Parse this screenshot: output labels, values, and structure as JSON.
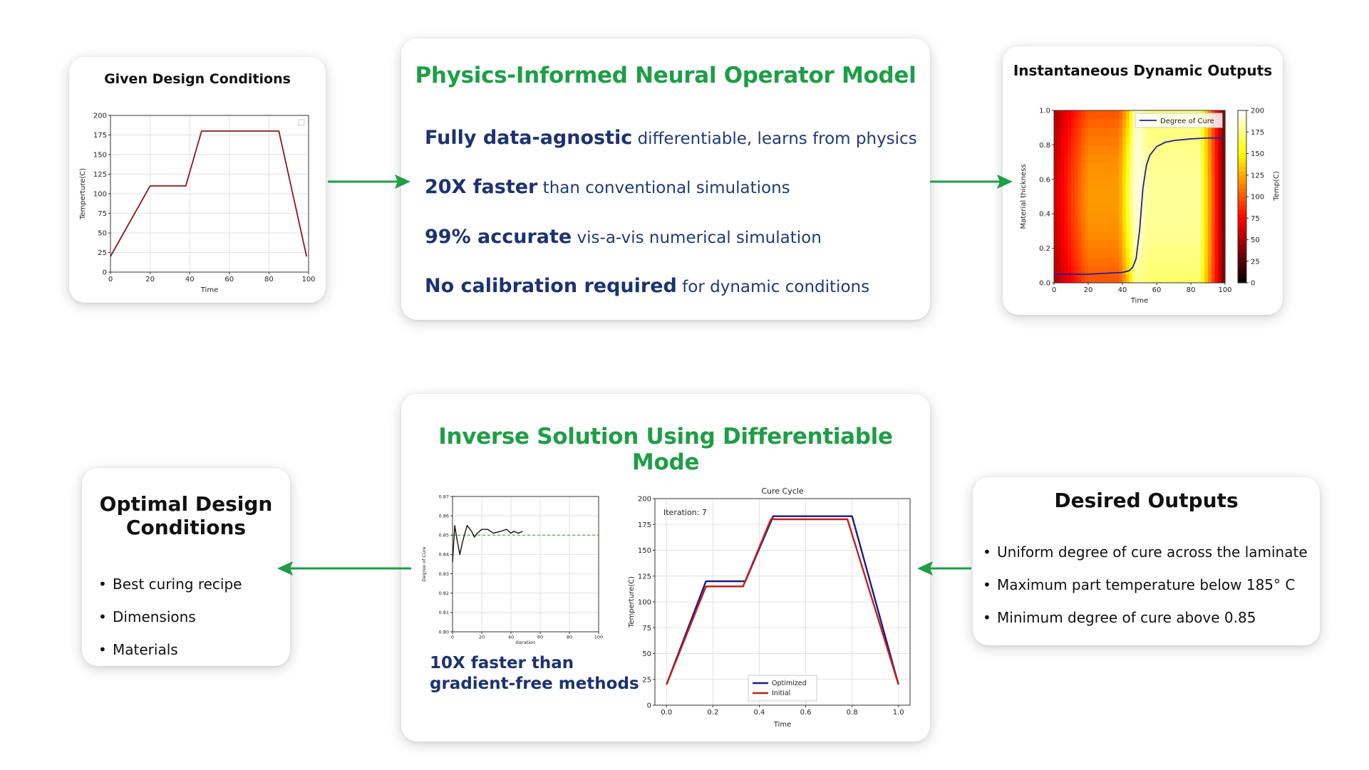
{
  "cards": {
    "given": {
      "title": "Given Design Conditions"
    },
    "pino": {
      "title": "Physics-Informed Neural Operator Model",
      "features": [
        {
          "bold": "Fully data-agnostic",
          "rest": " differentiable, learns from physics"
        },
        {
          "bold": "20X faster",
          "rest": " than conventional simulations"
        },
        {
          "bold": "99% accurate",
          "rest": " vis-a-vis numerical simulation"
        },
        {
          "bold": "No calibration required",
          "rest": " for dynamic conditions"
        }
      ]
    },
    "instant": {
      "title": "Instantaneous Dynamic Outputs"
    },
    "inverse": {
      "title": "Inverse Solution Using Differentiable Mode",
      "note_line1": "10X faster than",
      "note_line2": "gradient-free methods"
    },
    "optimal": {
      "title_line1": "Optimal Design",
      "title_line2": "Conditions",
      "bullets": [
        "Best curing recipe",
        "Dimensions",
        "Materials"
      ]
    },
    "desired": {
      "title": "Desired Outputs",
      "bullets": [
        "Uniform degree of cure across the laminate",
        "Maximum part temperature below 185° C",
        "Minimum degree of cure above 0.85"
      ]
    }
  },
  "colors": {
    "title_green": "#1e9e46",
    "feature_blue": "#1f3a7a",
    "arrow_green": "#1e9e46",
    "temp_line": "#8b1a1a",
    "optimized": "#1a1a8c",
    "initial": "#c0201a"
  },
  "chart_data": [
    {
      "id": "given-temperature",
      "type": "line",
      "xlabel": "Time",
      "ylabel": "Temperture(C)",
      "xlim": [
        0,
        100
      ],
      "ylim": [
        0,
        200
      ],
      "xticks": [
        0,
        20,
        40,
        60,
        80,
        100
      ],
      "yticks": [
        0,
        25,
        50,
        75,
        100,
        125,
        150,
        175,
        200
      ],
      "grid": true,
      "series": [
        {
          "x": [
            0,
            20,
            38,
            46,
            85,
            99
          ],
          "y": [
            20,
            110,
            110,
            180,
            180,
            20
          ]
        }
      ]
    },
    {
      "id": "instant-heatmap",
      "type": "heatmap",
      "xlabel": "Time",
      "ylabel": "Material thickness",
      "colorbar_label": "Temp(C)",
      "xlim": [
        0,
        100
      ],
      "ylim": [
        0.0,
        1.0
      ],
      "clim": [
        0,
        200
      ],
      "xticks": [
        0,
        20,
        40,
        60,
        80,
        100
      ],
      "yticks": [
        0.0,
        0.2,
        0.4,
        0.6,
        0.8,
        1.0
      ],
      "cticks": [
        0,
        25,
        50,
        75,
        100,
        125,
        150,
        175,
        200
      ],
      "colormap": "hot",
      "legend_position": "top-right",
      "series": [
        {
          "name": "Degree of Cure",
          "x": [
            0,
            20,
            40,
            44,
            46,
            48,
            50,
            52,
            54,
            56,
            60,
            65,
            70,
            80,
            90,
            100
          ],
          "y": [
            0.05,
            0.05,
            0.06,
            0.07,
            0.09,
            0.14,
            0.3,
            0.55,
            0.68,
            0.74,
            0.79,
            0.815,
            0.825,
            0.835,
            0.84,
            0.84
          ]
        }
      ]
    },
    {
      "id": "iteration-convergence",
      "type": "line",
      "xlabel": "Iteration",
      "ylabel": "Degree of Cure",
      "xlim": [
        0,
        100
      ],
      "ylim": [
        0.8,
        0.87
      ],
      "xticks": [
        0,
        20,
        40,
        60,
        80,
        100
      ],
      "yticks": [
        0.8,
        0.81,
        0.82,
        0.83,
        0.84,
        0.85,
        0.86,
        0.87
      ],
      "grid": true,
      "target": 0.85,
      "series": [
        {
          "x": [
            0,
            1.5,
            3,
            5,
            7,
            10,
            13,
            15,
            17,
            20,
            24,
            28,
            33,
            37,
            40,
            42,
            45,
            48
          ],
          "y": [
            0.836,
            0.855,
            0.848,
            0.84,
            0.847,
            0.855,
            0.852,
            0.849,
            0.851,
            0.853,
            0.853,
            0.851,
            0.852,
            0.853,
            0.851,
            0.852,
            0.851,
            0.852
          ]
        }
      ]
    },
    {
      "id": "cure-cycle",
      "type": "line",
      "title": "Cure Cycle",
      "annotation": "Iteration: 7",
      "xlabel": "Time",
      "ylabel": "Temperture(C)",
      "xlim": [
        -0.05,
        1.05
      ],
      "ylim": [
        0,
        200
      ],
      "xticks": [
        0.0,
        0.2,
        0.4,
        0.6,
        0.8,
        1.0
      ],
      "yticks": [
        0,
        25,
        50,
        75,
        100,
        125,
        150,
        175,
        200
      ],
      "grid": true,
      "legend_position": "bottom-center",
      "series": [
        {
          "name": "Optimized",
          "x": [
            0,
            0.17,
            0.34,
            0.46,
            0.8,
            1.0
          ],
          "y": [
            20,
            120,
            120,
            183,
            183,
            20
          ]
        },
        {
          "name": "Initial",
          "x": [
            0,
            0.17,
            0.33,
            0.45,
            0.78,
            1.0
          ],
          "y": [
            20,
            115,
            115,
            180,
            180,
            20
          ]
        }
      ]
    }
  ]
}
